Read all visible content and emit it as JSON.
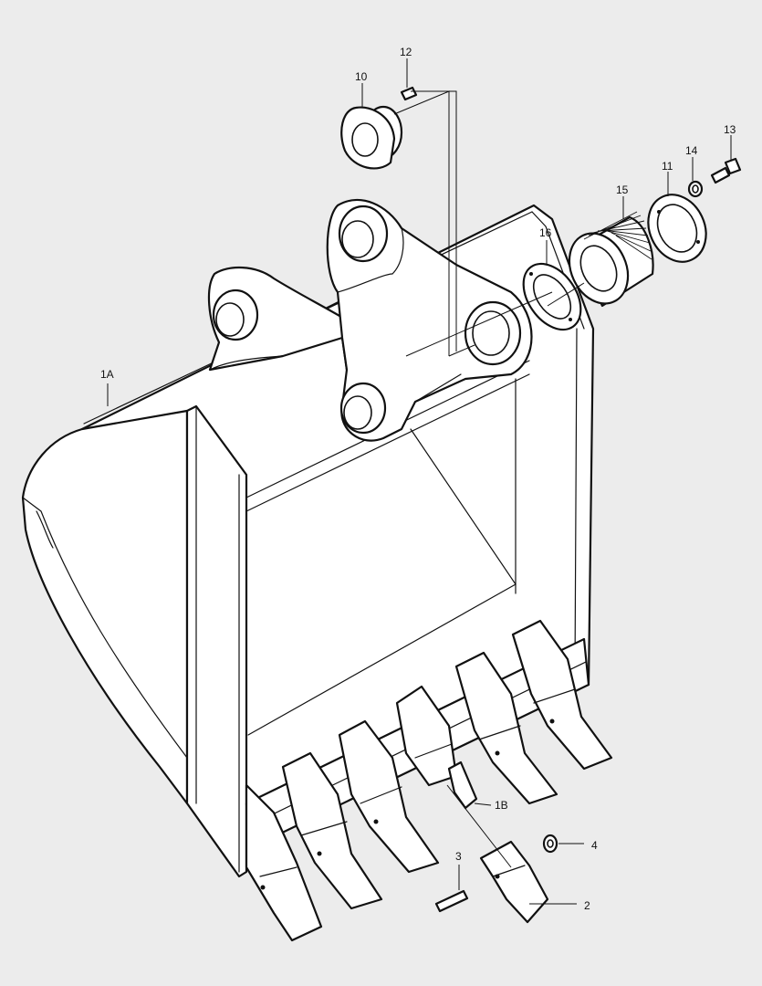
{
  "callouts": {
    "c1A": "1A",
    "c1B": "1B",
    "c2": "2",
    "c3": "3",
    "c4": "4",
    "c10": "10",
    "c11": "11",
    "c12": "12",
    "c13": "13",
    "c14": "14",
    "c15": "15",
    "c16": "16"
  },
  "colors": {
    "background": "#ececec",
    "line": "#111111",
    "fill": "#ffffff"
  }
}
